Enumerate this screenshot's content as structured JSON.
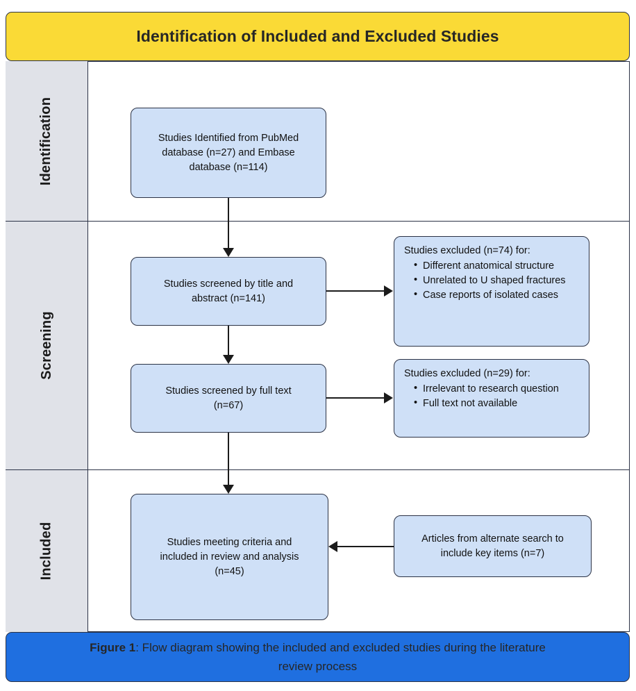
{
  "header": {
    "title": "Identification of Included and Excluded Studies",
    "background_color": "#fada36"
  },
  "caption": {
    "figure_label": "Figure 1",
    "text": ": Flow diagram showing the included and excluded studies during the literature",
    "line2": "review process",
    "background_color": "#1f6fe0"
  },
  "stages": [
    {
      "label": "Identification"
    },
    {
      "label": "Screening"
    },
    {
      "label": "Included"
    }
  ],
  "nodes": {
    "identified": {
      "line1": "Studies Identified from PubMed",
      "line2": "database (n=27) and Embase",
      "line3": "database (n=114)"
    },
    "screened_title_abstract": {
      "line1": "Studies screened by title and",
      "line2": "abstract (n=141)"
    },
    "screened_full_text": {
      "line1": "Studies screened by full text",
      "line2": "(n=67)"
    },
    "included": {
      "line1": "Studies meeting criteria and",
      "line2": "included in review and analysis",
      "line3": "(n=45)"
    },
    "excluded_1": {
      "heading": "Studies excluded (n=74) for:",
      "items": [
        "Different anatomical structure",
        "Unrelated to U shaped fractures",
        "Case reports of isolated cases"
      ]
    },
    "excluded_2": {
      "heading": "Studies excluded (n=29) for:",
      "items": [
        "Irrelevant to research question",
        "Full text not available"
      ]
    },
    "alternate_search": {
      "line1": "Articles from alternate search to",
      "line2": "include key items (n=7)"
    }
  },
  "colors": {
    "node_fill": "#cfe0f7",
    "node_border": "#2b3245",
    "stage_fill": "#e0e2e8",
    "connector": "#1b1b1b"
  }
}
